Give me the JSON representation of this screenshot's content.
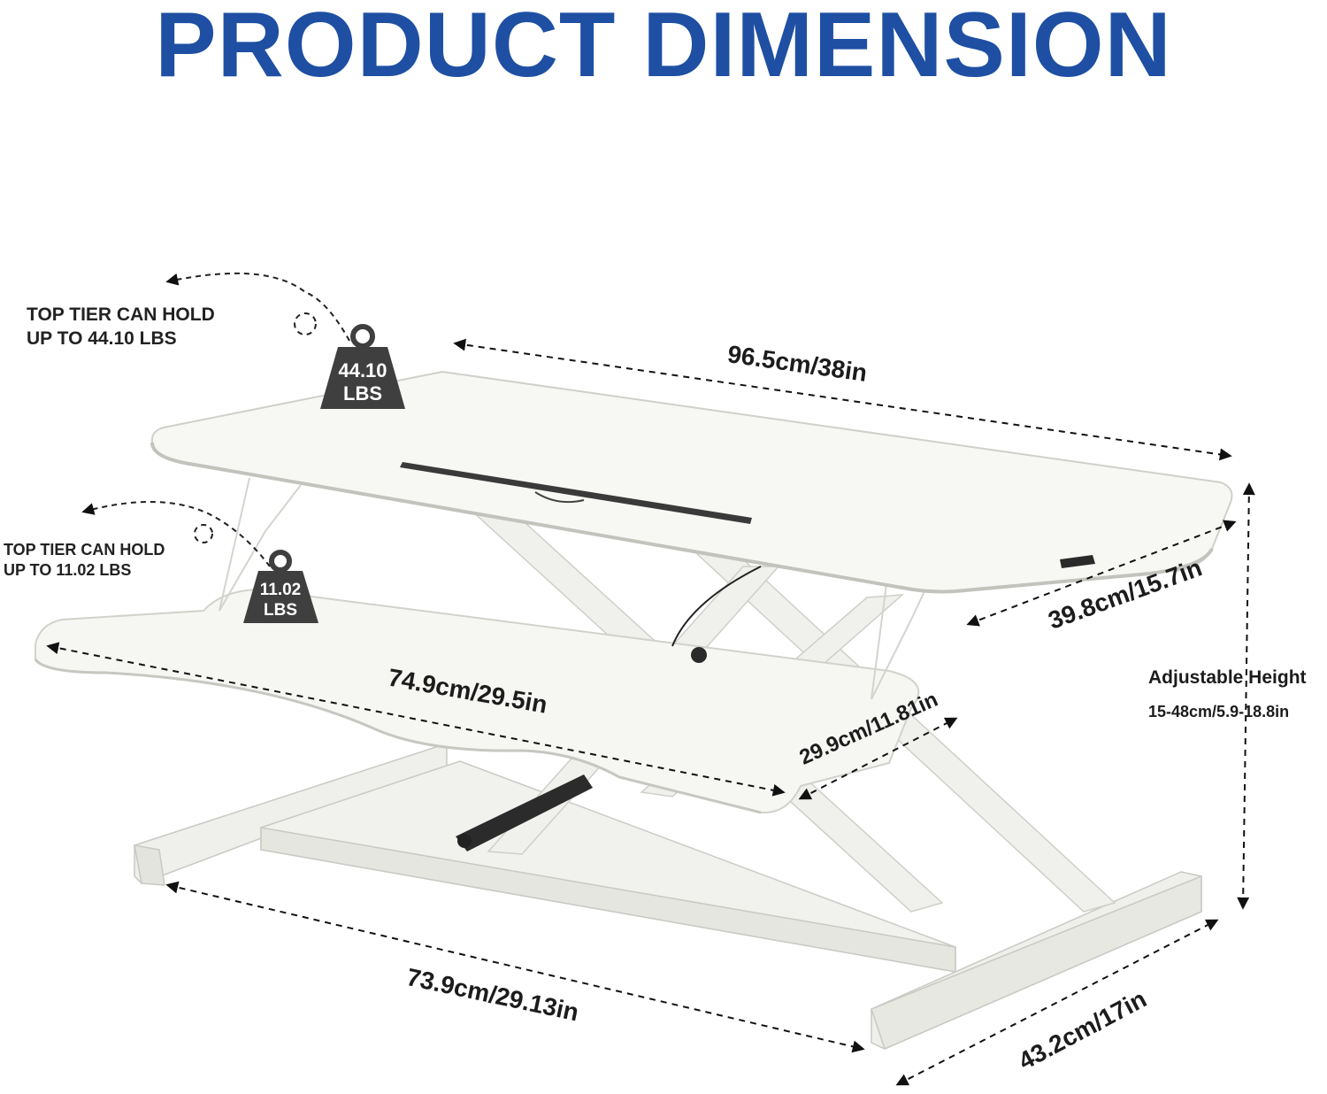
{
  "title": "PRODUCT DIMENSION",
  "notes": {
    "top": {
      "line1": "TOP TIER CAN HOLD",
      "line2": "UP TO 44.10 LBS"
    },
    "lower": {
      "line1": "TOP TIER CAN HOLD",
      "line2": "UP TO 11.02 LBS"
    }
  },
  "weights": {
    "top": {
      "value": "44.10",
      "unit": "LBS"
    },
    "lower": {
      "value": "11.02",
      "unit": "LBS"
    }
  },
  "dimensions": {
    "top_width": "96.5cm/38in",
    "top_depth": "39.8cm/15.7in",
    "keyboard_width": "74.9cm/29.5in",
    "keyboard_depth": "29.9cm/11.81in",
    "base_width": "73.9cm/29.13in",
    "base_depth": "43.2cm/17in"
  },
  "height": {
    "label": "Adjustable Height",
    "value": "15-48cm/5.9-18.8in"
  },
  "colors": {
    "title": "#1e4fa3",
    "weight_badge": "#3f3f3f",
    "desk": "#f5f5f2",
    "frame": "#eeeeea"
  }
}
